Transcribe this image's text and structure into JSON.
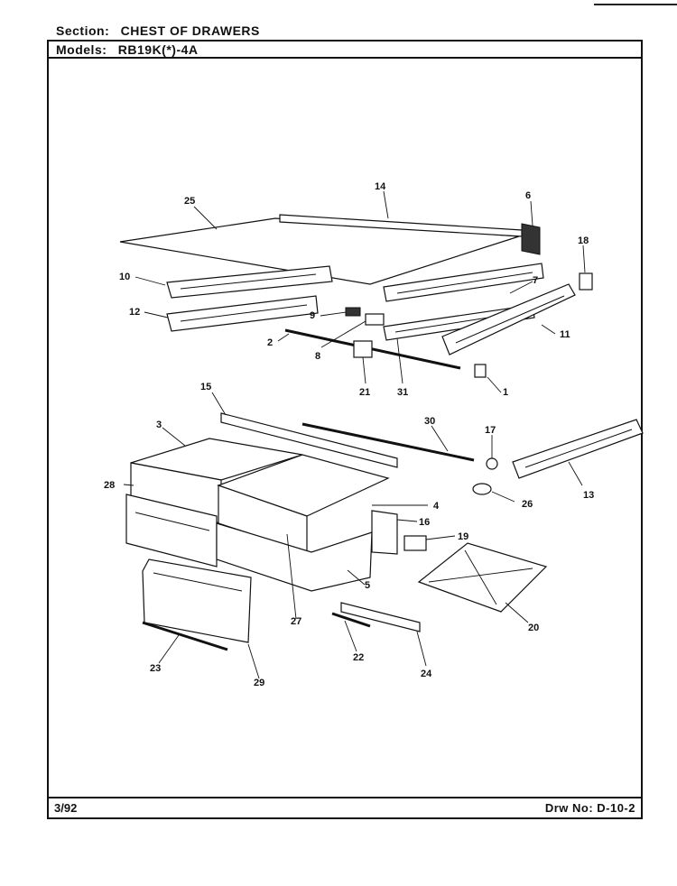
{
  "header": {
    "section_label": "Section:",
    "section_value": "CHEST OF DRAWERS",
    "models_label": "Models:",
    "models_value": "RB19K(*)-4A"
  },
  "footer": {
    "date": "3/92",
    "drawing_number": "Drw No: D-10-2"
  },
  "callouts": {
    "c1": "1",
    "c2": "2",
    "c3": "3",
    "c4": "4",
    "c5": "5",
    "c6": "6",
    "c7": "7",
    "c8": "8",
    "c9": "9",
    "c10": "10",
    "c11": "11",
    "c12": "12",
    "c13": "13",
    "c14": "14",
    "c15": "15",
    "c16": "16",
    "c17": "17",
    "c18": "18",
    "c19": "19",
    "c20": "20",
    "c21": "21",
    "c22": "22",
    "c23": "23",
    "c24": "24",
    "c25": "25",
    "c26": "26",
    "c27": "27",
    "c28": "28",
    "c29": "29",
    "c30": "30",
    "c31": "31"
  }
}
